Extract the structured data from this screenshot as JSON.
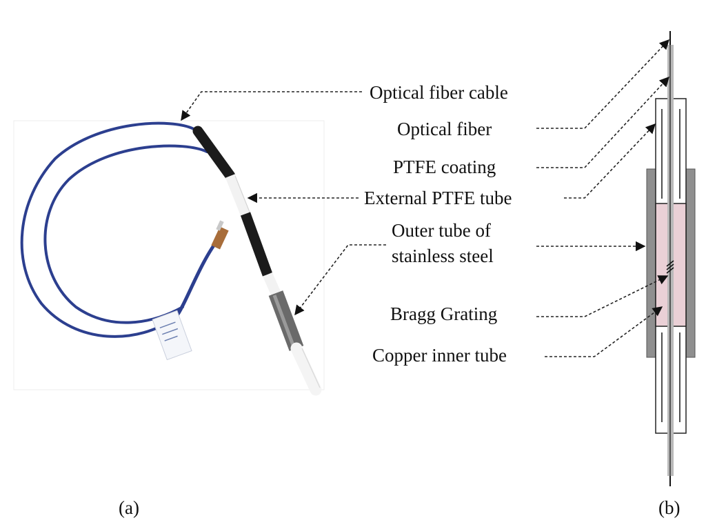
{
  "labels": {
    "optical_fiber_cable": "Optical fiber cable",
    "optical_fiber": "Optical fiber",
    "ptfe_coating": "PTFE coating",
    "external_ptfe_tube": "External PTFE tube",
    "outer_tube_line1": "Outer tube of",
    "outer_tube_line2": "stainless steel",
    "bragg_grating": "Bragg Grating",
    "copper_inner_tube": "Copper inner tube"
  },
  "panels": {
    "a": "(a)",
    "b": "(b)"
  },
  "colors": {
    "cable_blue": "#2c3f8f",
    "grating_region": "#ead0d6",
    "steel_tube": "#8f8f8f",
    "fiber_gray": "#b9b9b9"
  }
}
